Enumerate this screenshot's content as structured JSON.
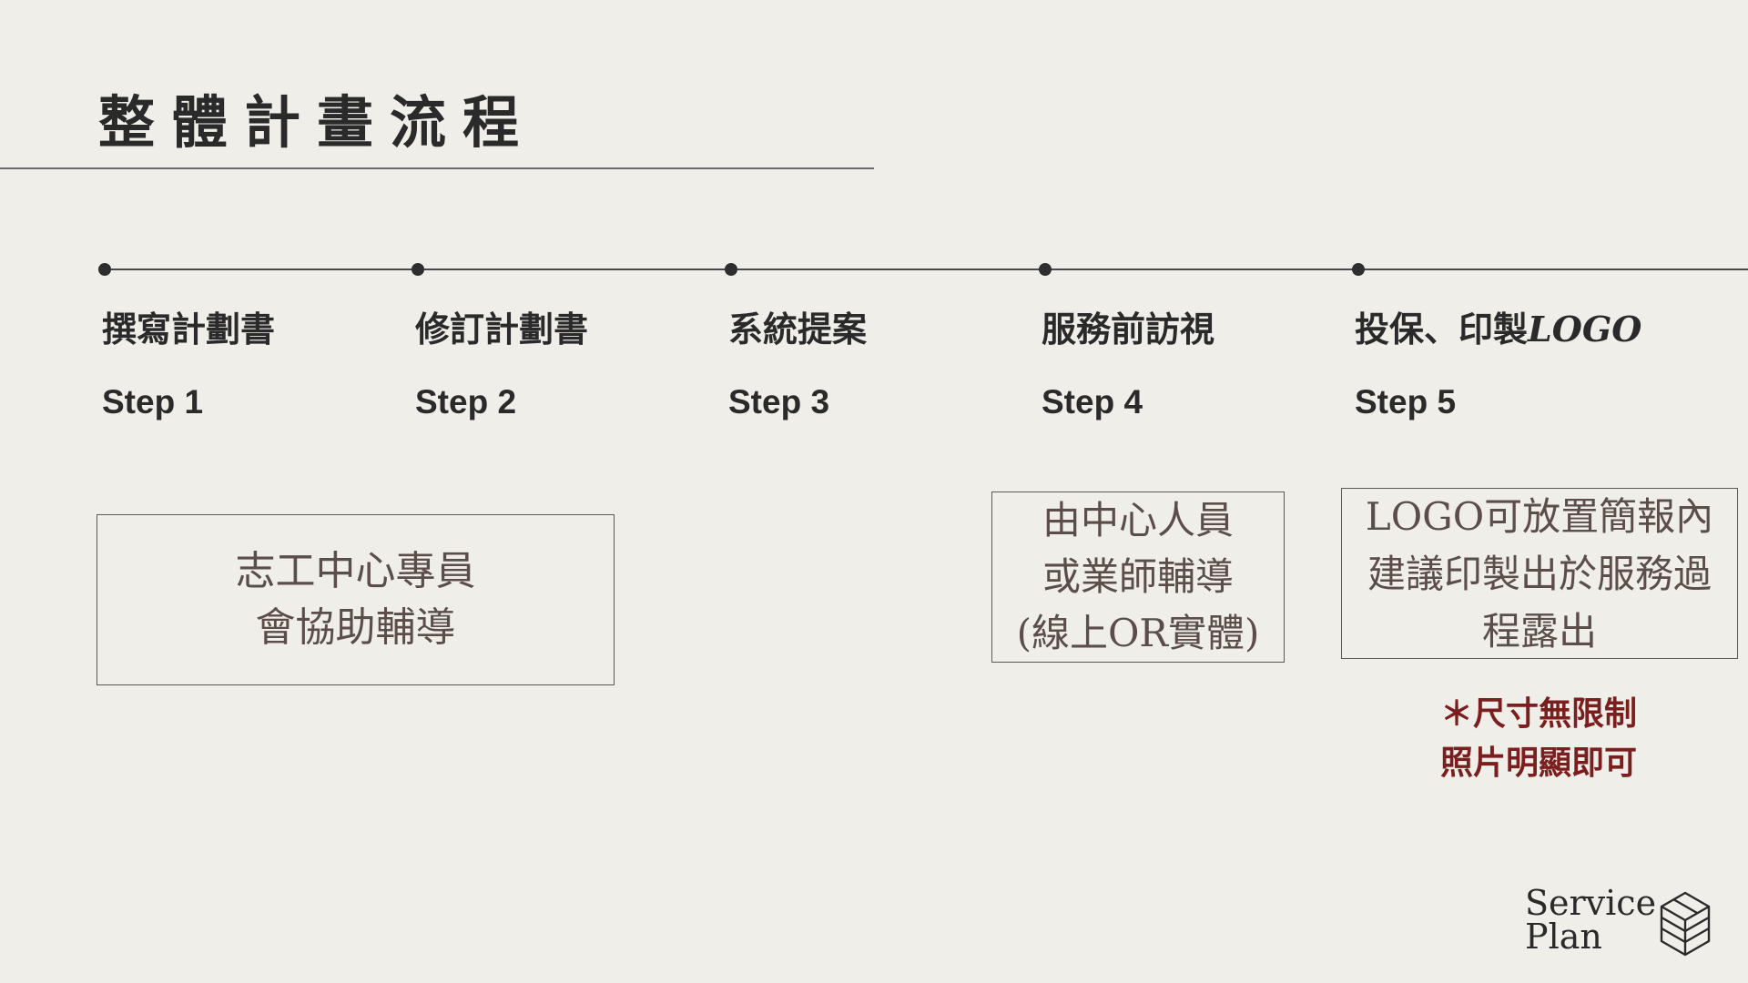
{
  "title": "整體計畫流程",
  "steps": [
    {
      "name": "撰寫計劃書",
      "number": "Step 1"
    },
    {
      "name": "修訂計劃書",
      "number": "Step 2"
    },
    {
      "name": "系統提案",
      "number": "Step 3"
    },
    {
      "name": "服務前訪視",
      "number": "Step 4"
    },
    {
      "name": "投保、印製",
      "name_suffix": "LOGO",
      "number": "Step 5"
    }
  ],
  "notes": {
    "step1": [
      "志工中心專員",
      "會協助輔導"
    ],
    "step4": [
      "由中心人員",
      "或業師輔導",
      "(線上OR實體)"
    ],
    "step5": [
      "LOGO可放置簡報內",
      "建議印製出於服務過",
      "程露出"
    ]
  },
  "size_note": [
    "＊尺寸無限制",
    "照片明顯即可"
  ],
  "brand": {
    "line1": "Service",
    "line2": "Plan",
    "icon": "leaf-cube-icon"
  },
  "colors": {
    "background": "#efeee9",
    "text": "#2a2a2a",
    "note_text": "#5b4e4a",
    "accent_red": "#7a1e1e"
  }
}
